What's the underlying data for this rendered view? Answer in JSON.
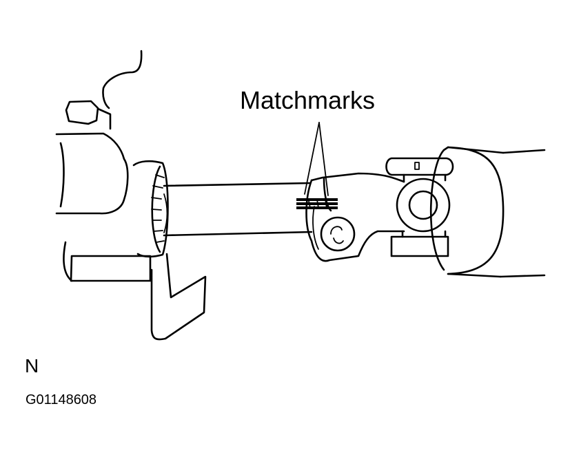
{
  "callout": {
    "label": "Matchmarks"
  },
  "figure": {
    "letter": "N",
    "id": "G01148608"
  },
  "colors": {
    "ink": "#000000",
    "paper": "#ffffff"
  }
}
